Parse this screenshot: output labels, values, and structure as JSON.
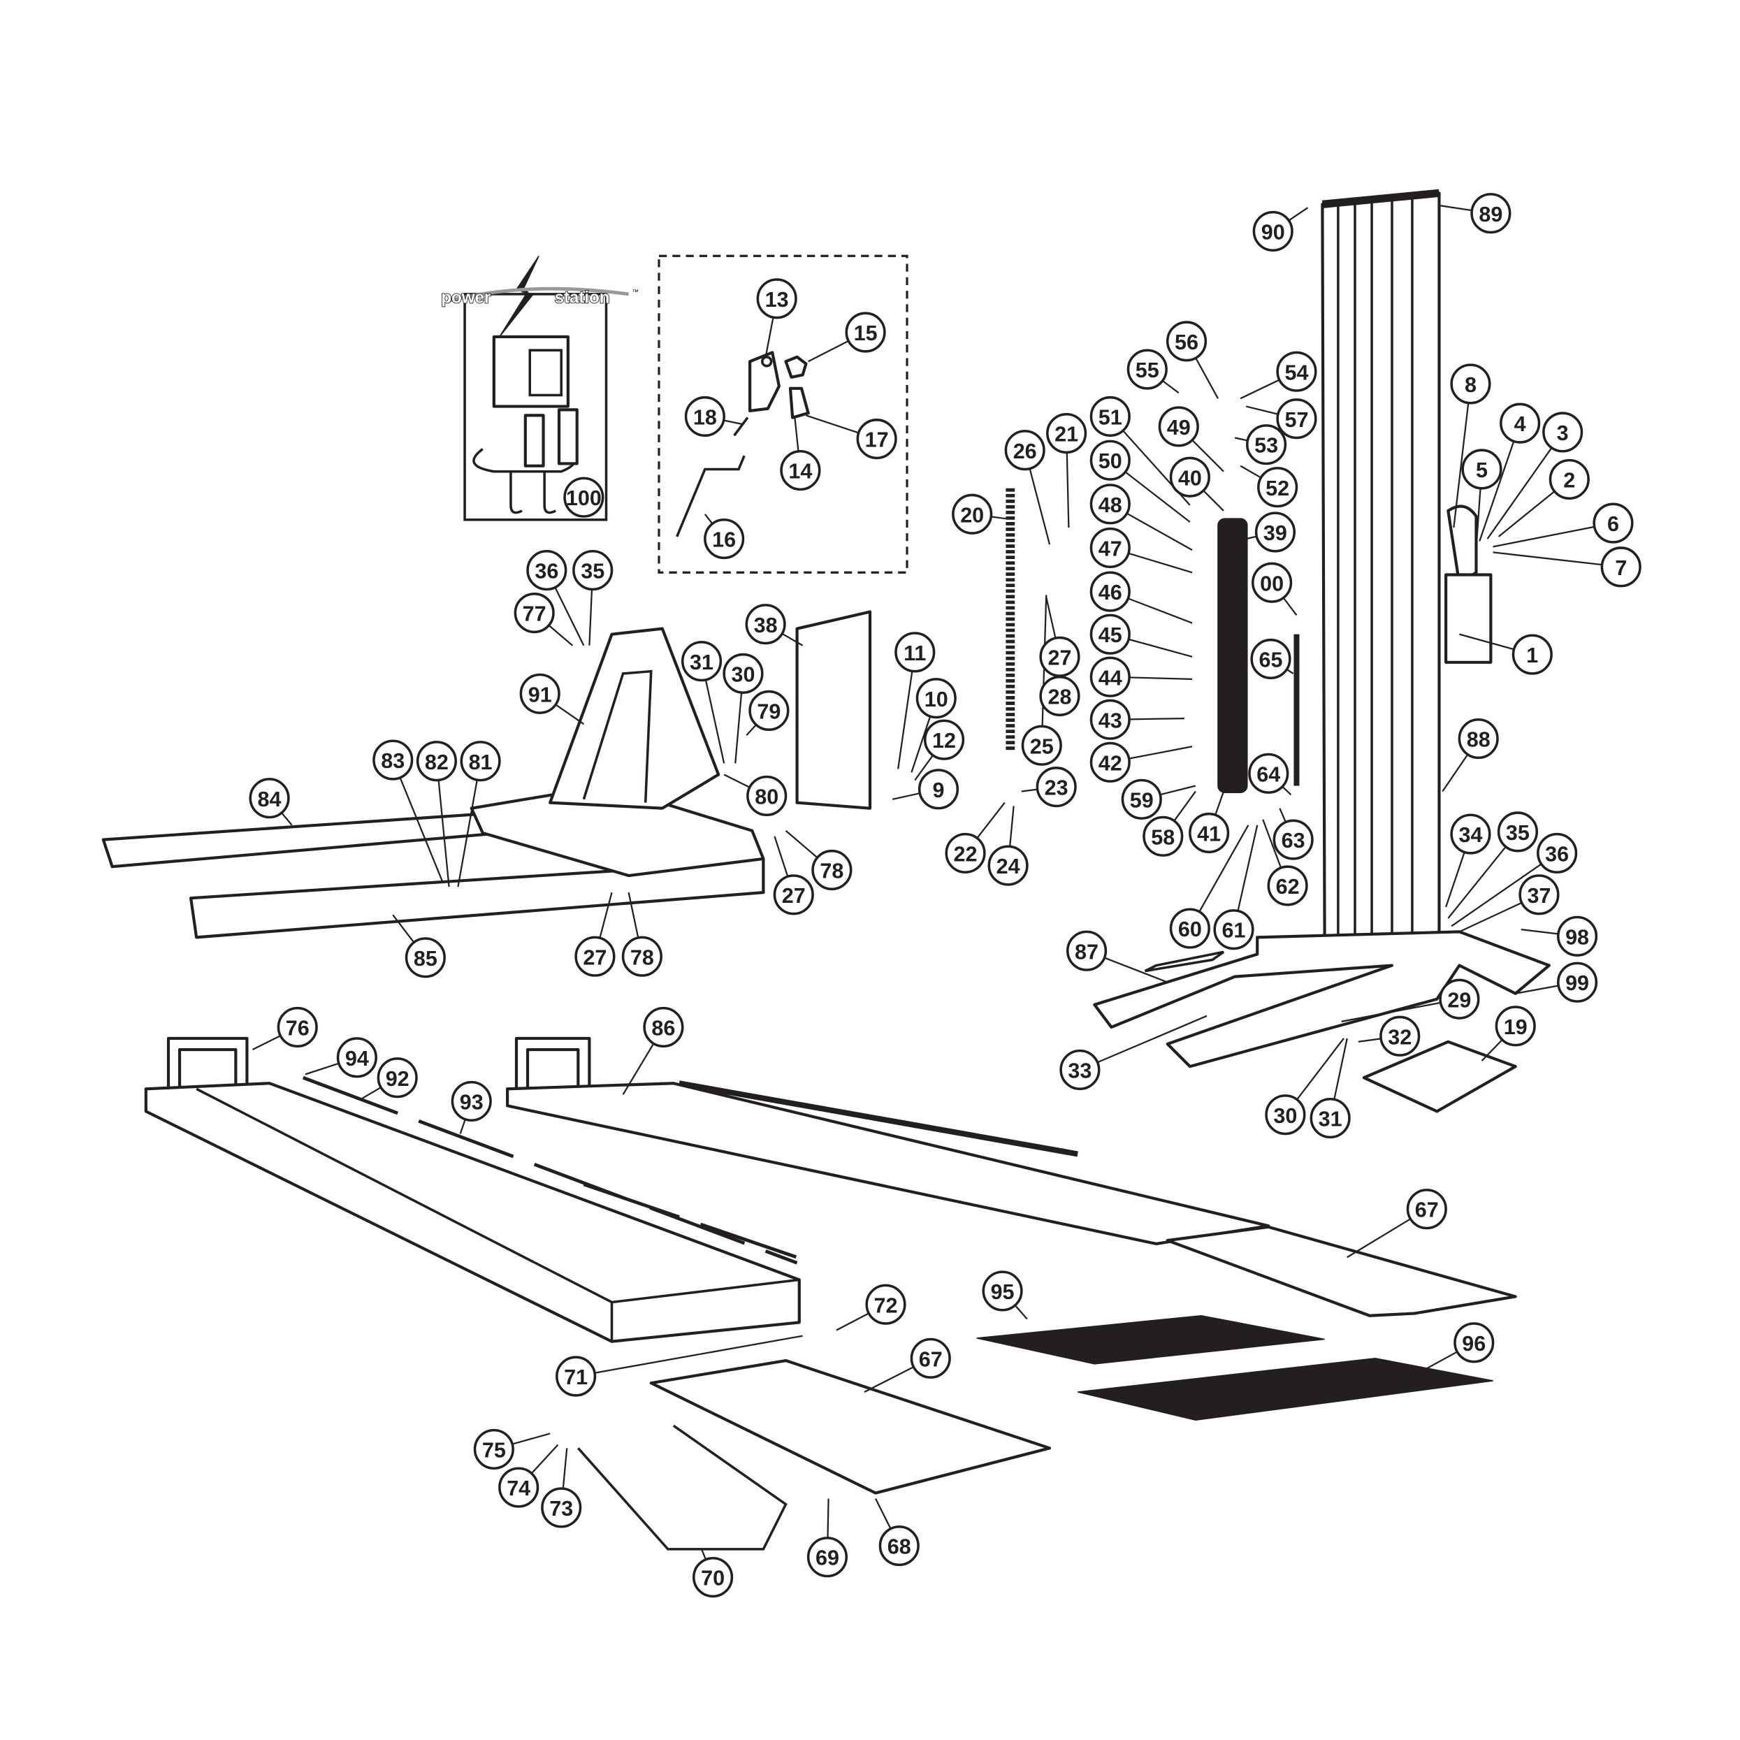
{
  "title": "Lift exploded parts diagram",
  "logo": {
    "left": "power",
    "right": "station",
    "tm": "™"
  },
  "callouts": [
    "1",
    "2",
    "3",
    "4",
    "5",
    "6",
    "7",
    "8",
    "9",
    "10",
    "11",
    "12",
    "13",
    "14",
    "15",
    "16",
    "17",
    "18",
    "19",
    "20",
    "21",
    "22",
    "23",
    "24",
    "25",
    "26",
    "27",
    "28",
    "29",
    "30",
    "31",
    "32",
    "33",
    "34",
    "35",
    "36",
    "37",
    "38",
    "39",
    "40",
    "41",
    "42",
    "43",
    "44",
    "45",
    "46",
    "47",
    "48",
    "49",
    "50",
    "51",
    "52",
    "53",
    "54",
    "55",
    "56",
    "57",
    "58",
    "59",
    "60",
    "61",
    "62",
    "63",
    "64",
    "65",
    "67",
    "67",
    "68",
    "69",
    "70",
    "71",
    "72",
    "73",
    "74",
    "75",
    "76",
    "77",
    "78",
    "78",
    "79",
    "80",
    "81",
    "82",
    "83",
    "84",
    "85",
    "86",
    "87",
    "88",
    "89",
    "90",
    "91",
    "92",
    "93",
    "94",
    "95",
    "96",
    "98",
    "99",
    "100",
    "27",
    "27",
    "30",
    "31",
    "35",
    "36",
    "00"
  ]
}
